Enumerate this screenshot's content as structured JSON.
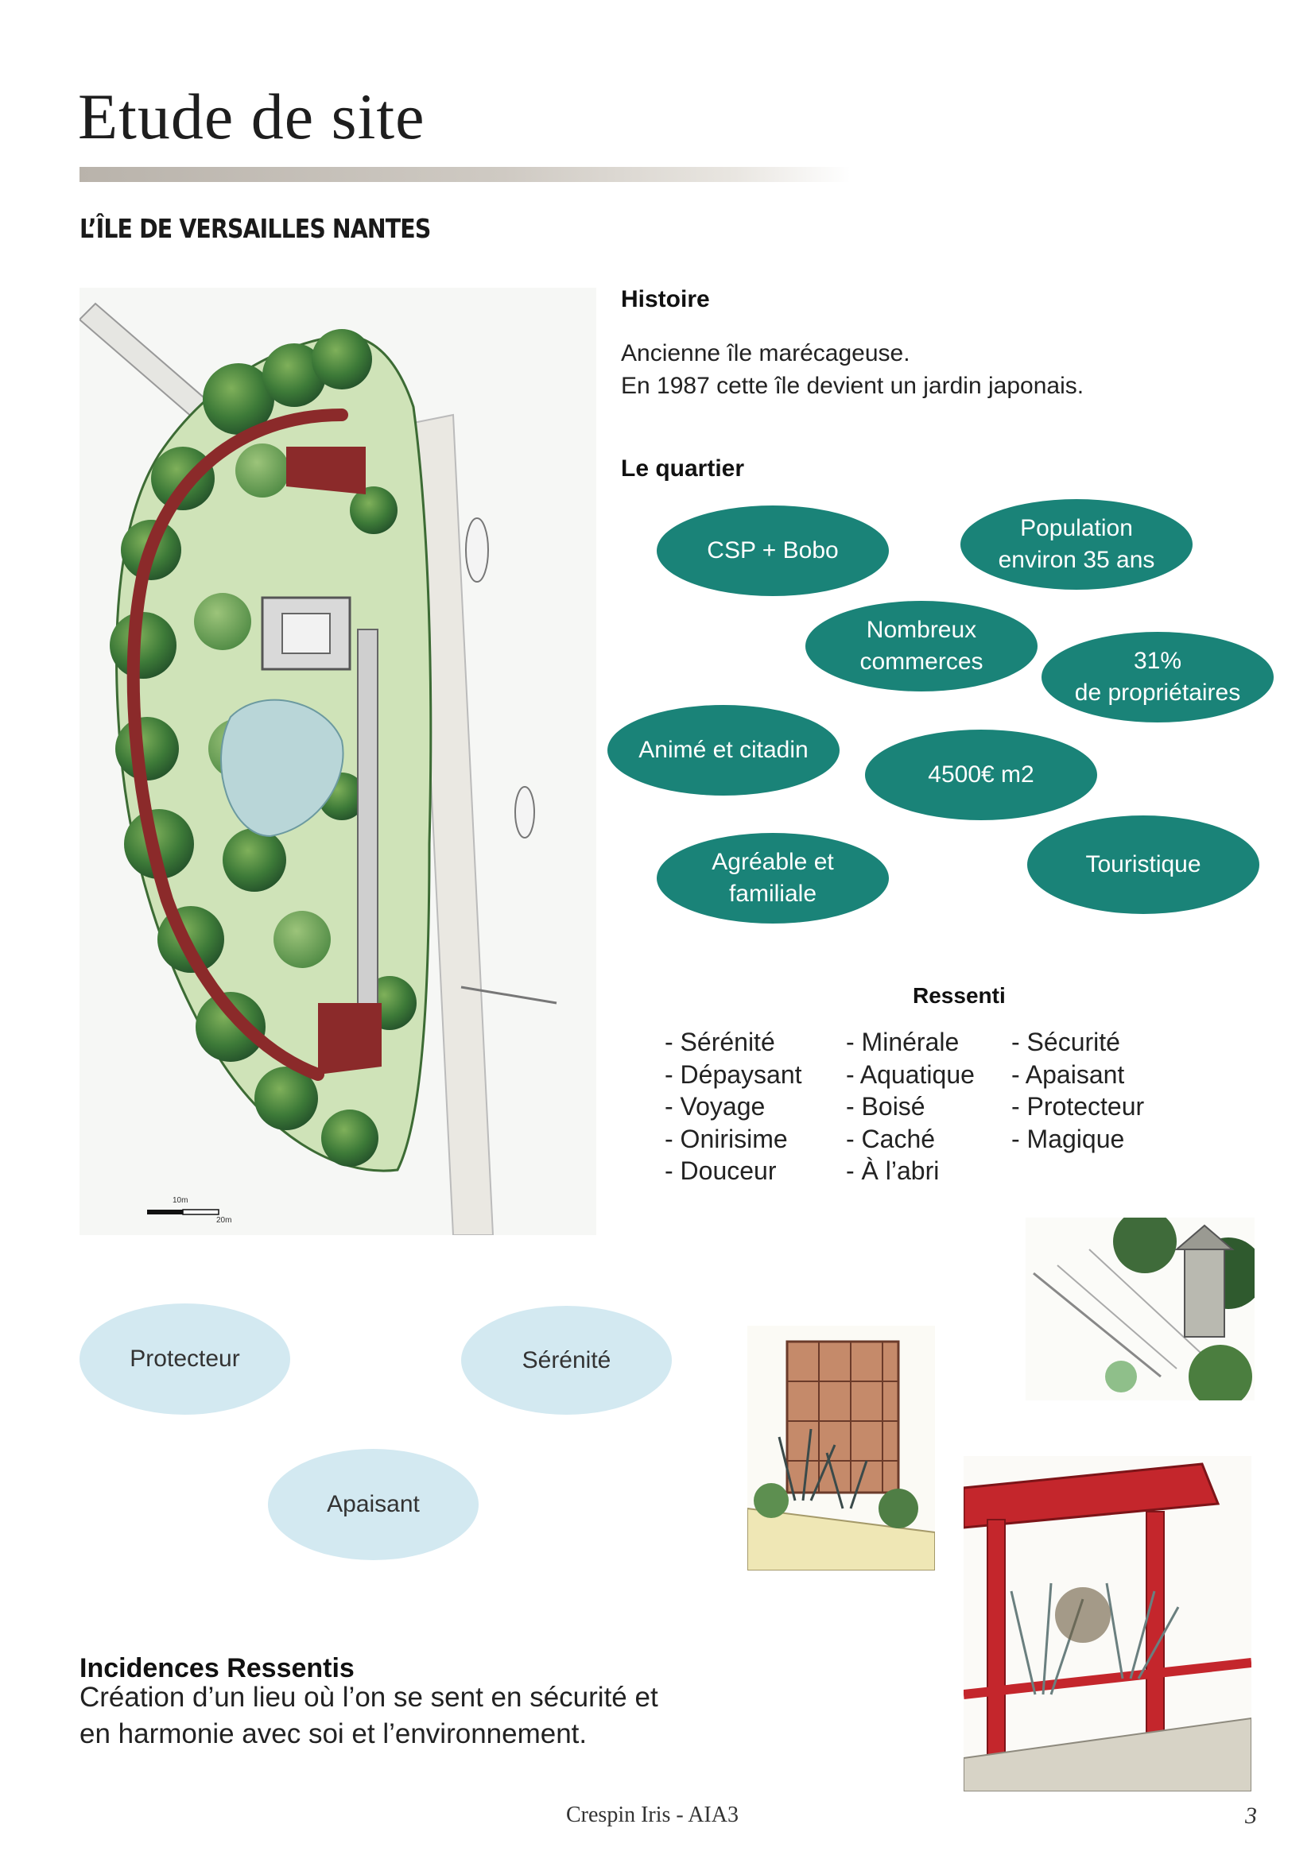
{
  "page": {
    "title": "Etude de site",
    "subtitle": "L’ÎLE DE VERSAILLES NANTES"
  },
  "histoire": {
    "heading": "Histoire",
    "line1": "Ancienne île marécageuse.",
    "line2": "En 1987 cette île devient un jardin japonais."
  },
  "quartier": {
    "heading": "Le quartier",
    "bubbles": [
      {
        "line1": "CSP + Bobo",
        "line2": ""
      },
      {
        "line1": "Population",
        "line2": "environ 35 ans"
      },
      {
        "line1": "Nombreux",
        "line2": "commerces"
      },
      {
        "line1": "31%",
        "line2": "de propriétaires"
      },
      {
        "line1": "Animé et citadin",
        "line2": ""
      },
      {
        "line1": "4500€ m2",
        "line2": ""
      },
      {
        "line1": "Agréable et",
        "line2": "familiale"
      },
      {
        "line1": "Touristique",
        "line2": ""
      }
    ]
  },
  "ressenti": {
    "heading": "Ressenti",
    "columns": [
      [
        "- Sérénité",
        "- Dépaysant",
        "- Voyage",
        "- Onirisime",
        "- Douceur"
      ],
      [
        "- Minérale",
        "- Aquatique",
        "- Boisé",
        "- Caché",
        "- À l’abri"
      ],
      [
        "- Sécurité",
        "- Apaisant",
        "- Protecteur",
        "- Magique"
      ]
    ]
  },
  "map": {
    "scale_label_1": "10m",
    "scale_label_2": "20m"
  },
  "feelings": [
    "Protecteur",
    "Sérénité",
    "Apaisant"
  ],
  "incidences": {
    "heading": "Incidences Ressentis",
    "line1": "Création d’un lieu où l’on se sent en sécurité et",
    "line2": "en harmonie avec soi et l’environnement."
  },
  "footer": {
    "author": "Crespin Iris - AIA3",
    "page_number": "3"
  },
  "colors": {
    "teal": "#1a8378",
    "light_blue": "#d3e9f1",
    "path_red": "#8b2a2a"
  }
}
